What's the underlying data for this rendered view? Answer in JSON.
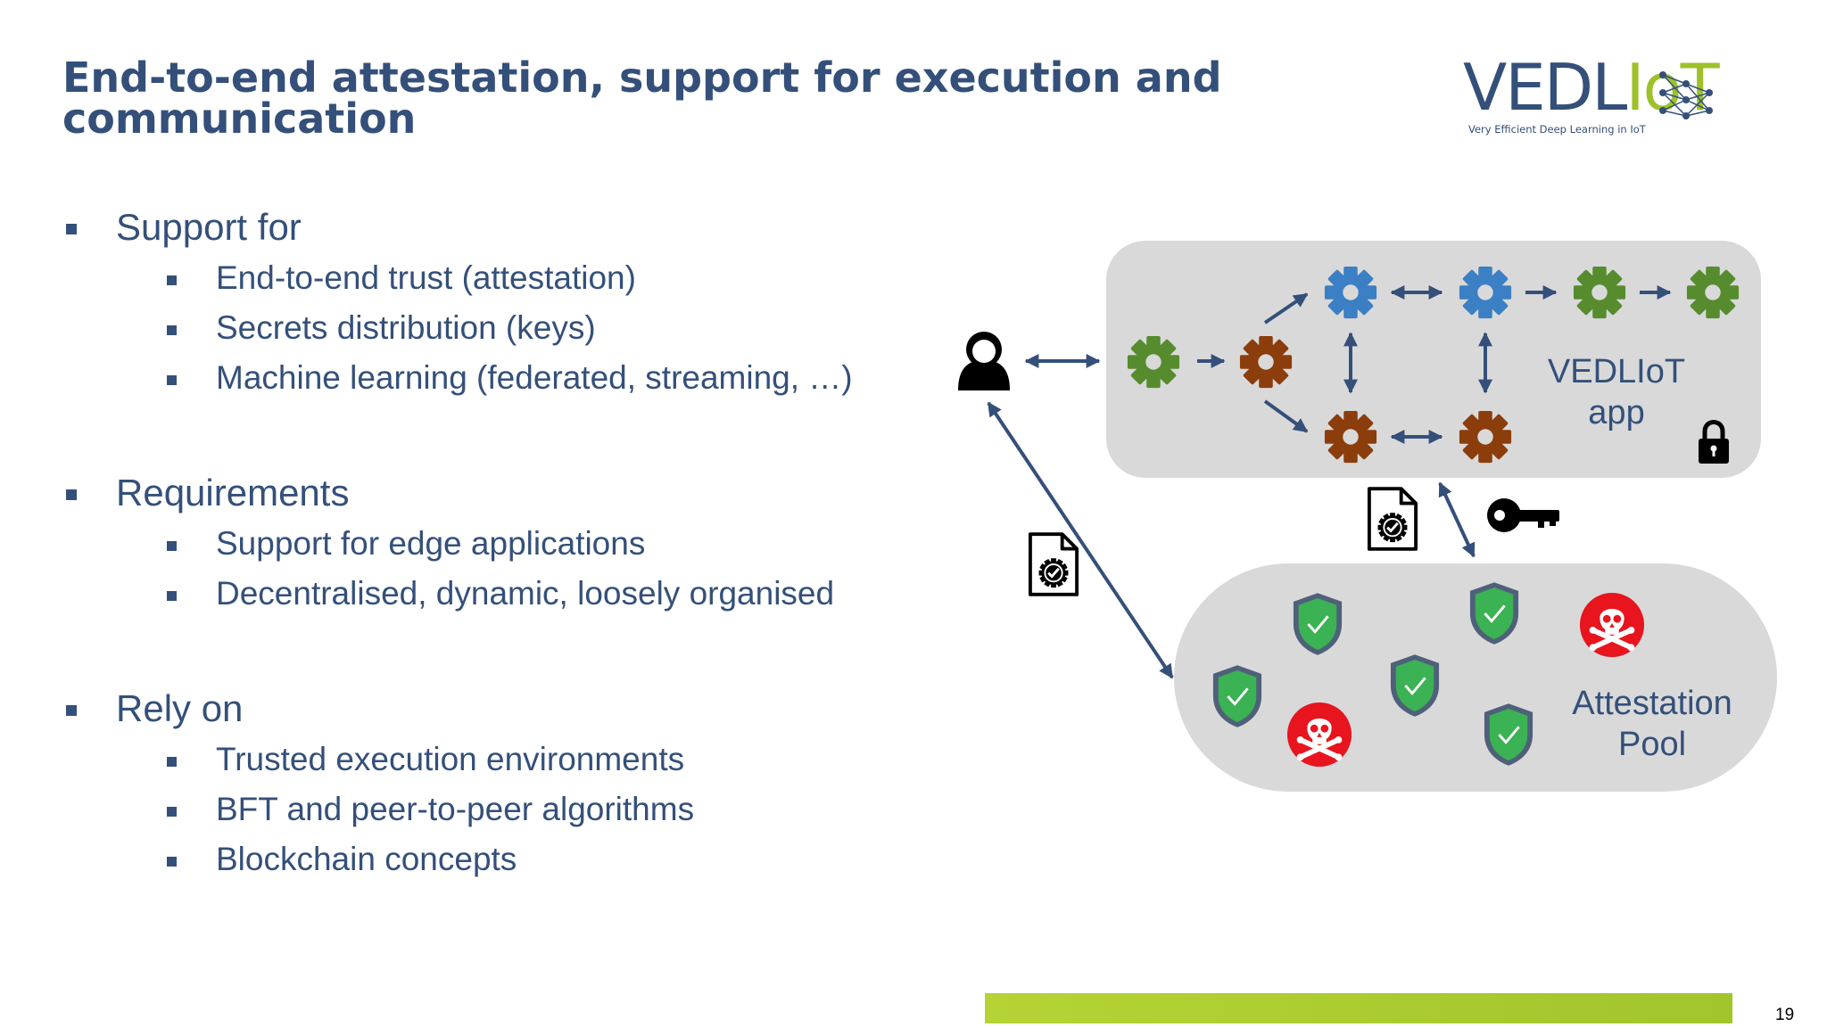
{
  "slide": {
    "title": "End-to-end attestation, support for execution and communication",
    "page_number": "19"
  },
  "logo": {
    "text_main": "VEDL",
    "text_accent": "IoT",
    "tagline": "Very Efficient Deep Learning in IoT"
  },
  "bullets": [
    {
      "label": "Support for",
      "items": [
        "End-to-end trust (attestation)",
        "Secrets distribution (keys)",
        "Machine learning (federated, streaming, …)"
      ]
    },
    {
      "label": "Requirements",
      "items": [
        "Support for edge applications",
        "Decentralised, dynamic, loosely organised"
      ]
    },
    {
      "label": "Rely on",
      "items": [
        "Trusted execution environments",
        "BFT and peer-to-peer algorithms",
        "Blockchain concepts"
      ]
    }
  ],
  "diagram": {
    "app_label_line1": "VEDLIoT",
    "app_label_line2": "app",
    "pool_label_line1": "Attestation",
    "pool_label_line2": "Pool",
    "icons": [
      "user-icon",
      "gear-icon",
      "lock-icon",
      "key-icon",
      "certificate-document-icon",
      "shield-check-icon",
      "skull-icon"
    ]
  },
  "colors": {
    "title_text": "#34507a",
    "body_text": "#34507a",
    "gear_green": "#568c2e",
    "gear_orange": "#8b3d0c",
    "gear_blue": "#3b7fc4",
    "shield_green": "#3bb253",
    "danger_red": "#e8141e",
    "box_fill": "#d9d9d9",
    "accent_bar": "#b5d334"
  }
}
